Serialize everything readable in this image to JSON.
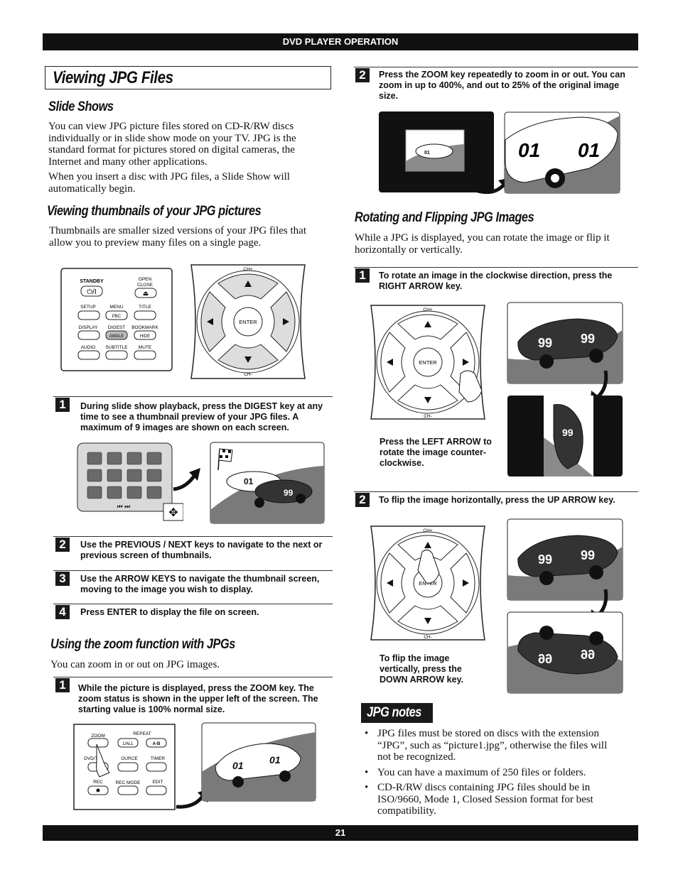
{
  "header": {
    "section_title": "DVD PLAYER OPERATION"
  },
  "footer": {
    "page_number": "21"
  },
  "left": {
    "title": "Viewing JPG Files",
    "slide_shows": {
      "heading": "Slide Shows",
      "para1": "You can view JPG picture files stored on CD-R/RW discs individually or in slide show mode on your TV. JPG is the standard format for pictures stored on digital cameras, the Internet and many other applications.",
      "para2": "When you insert a disc with JPG files, a Slide Show will automatically begin."
    },
    "thumbnails": {
      "heading": "Viewing thumbnails of your JPG pictures",
      "para": "Thumbnails are smaller sized versions of your JPG files that allow you to preview many files on a single page.",
      "steps": [
        {
          "num": "1",
          "text": "During slide show playback, press the DIGEST key at any time to see a thumbnail preview of your JPG files. A maximum of 9 images are shown on each screen."
        },
        {
          "num": "2",
          "text": "Use the PREVIOUS / NEXT keys to navigate to the next or previous screen of thumbnails."
        },
        {
          "num": "3",
          "text": "Use the ARROW KEYS to navigate the thumbnail screen, moving to the image you wish to display."
        },
        {
          "num": "4",
          "text": "Press ENTER to display the file on screen."
        }
      ]
    },
    "zoom": {
      "heading": "Using the zoom function with JPGs",
      "para": "You can zoom in or out on JPG images.",
      "step1": {
        "num": "1",
        "text": "While the picture is displayed, press the ZOOM key. The zoom status is shown in the upper left of the screen. The starting value is 100% normal size."
      }
    },
    "remote_keys": {
      "standby": "STANDBY",
      "open_close_1": "OPEN",
      "open_close_2": "CLOSE",
      "setup": "SETUP",
      "menu": "MENU",
      "title": "TITLE",
      "pbc": "PBC",
      "display": "DISPLAY",
      "digest": "DIGEST",
      "bookmark": "BOOKMARK",
      "angle": "ANGLE",
      "hide": "HIDE",
      "audio": "AUDIO",
      "subtitle": "SUBTITLE",
      "mute": "MUTE",
      "zoom": "ZOOM",
      "repeat": "REPEAT",
      "one_all": "1/ALL",
      "ab": "A-B",
      "dvdtv": "DVD/TV",
      "source": "OURCE",
      "timer": "TIMER",
      "rec": "REC",
      "rec_mode": "REC MODE",
      "edit": "EDIT"
    },
    "dpad": {
      "ch_plus": "CH+",
      "ch_minus": "CH-",
      "enter": "ENTER"
    },
    "car_numbers": {
      "a": "01",
      "b": "99"
    }
  },
  "right": {
    "zoom_step2": {
      "num": "2",
      "text": "Press the ZOOM key repeatedly to zoom in or out. You can zoom in up to 400%, and out to 25% of the original image size."
    },
    "rotate": {
      "heading": "Rotating and Flipping JPG Images",
      "para": "While a JPG is displayed, you can rotate the image or flip it horizontally or vertically.",
      "step1": {
        "num": "1",
        "text": "To rotate an image in the clockwise direction, press the RIGHT ARROW key."
      },
      "caption1": "Press the LEFT ARROW to rotate the image counter-clockwise.",
      "step2": {
        "num": "2",
        "text": "To flip the image horizontally, press the UP ARROW key."
      },
      "caption2": "To flip the image vertically, press the DOWN ARROW key."
    },
    "notes": {
      "heading": "JPG notes",
      "items": [
        "JPG files must be stored on discs with the extension “JPG”, such as “picture1.jpg”, otherwise the files will not be recognized.",
        "You can have a maximum of 250 files or folders.",
        "CD-R/RW discs containing JPG files should be in ISO/9660, Mode 1, Closed Session format for best compatibility."
      ]
    }
  }
}
